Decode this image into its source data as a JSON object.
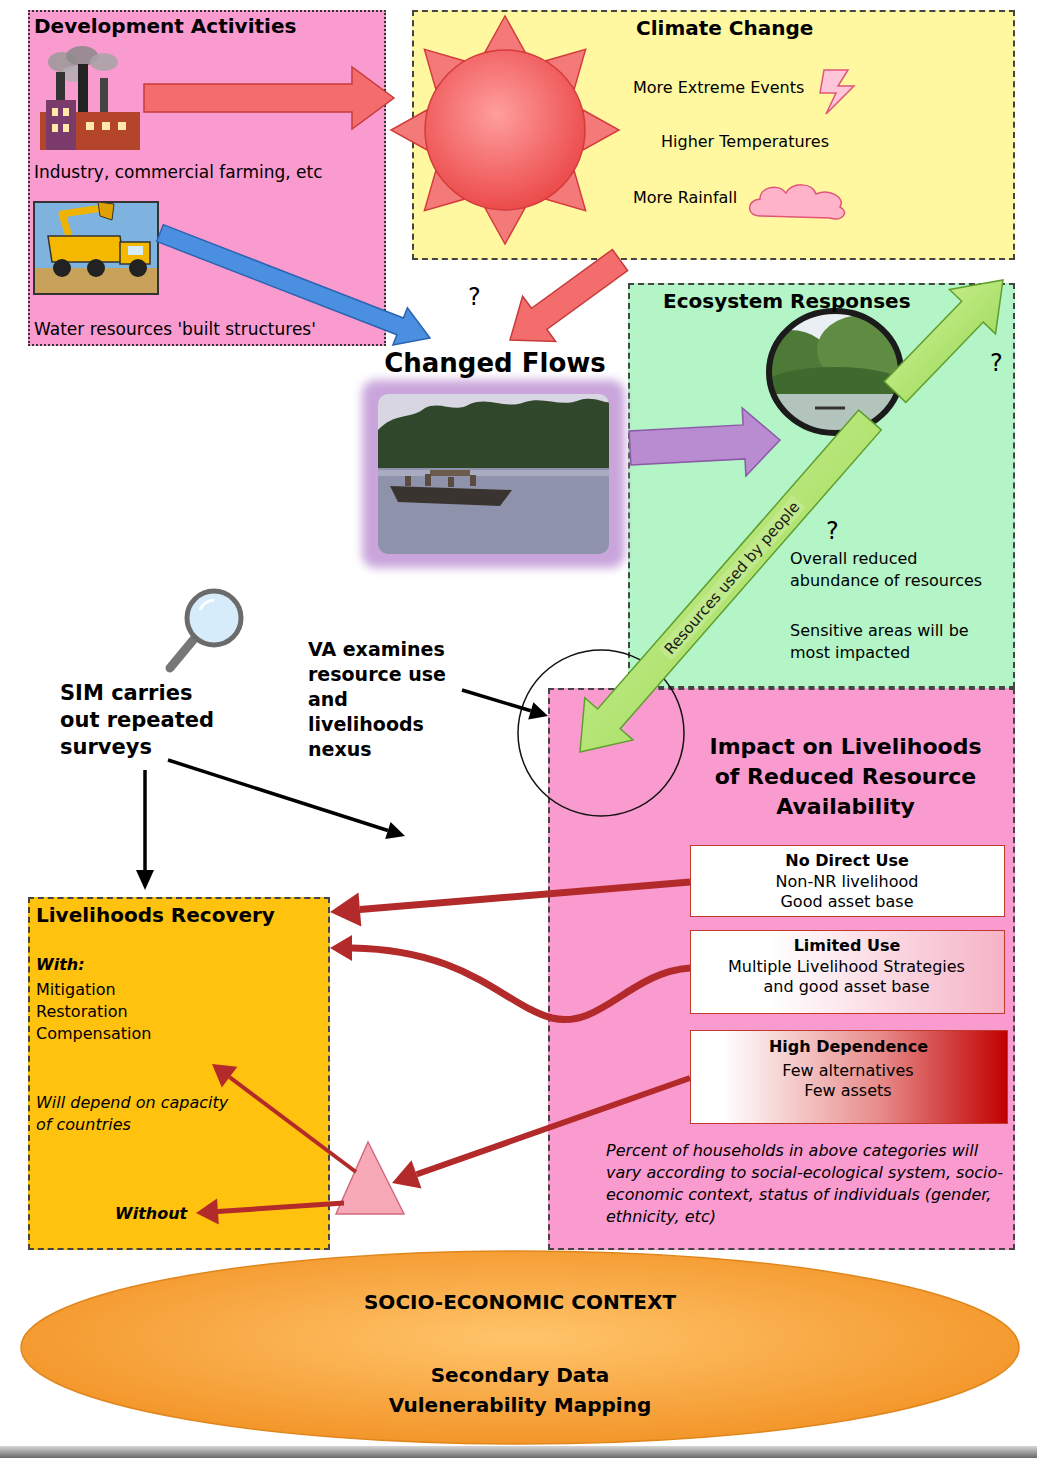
{
  "diagram": {
    "nodes": [
      {
        "text": [
          "Development Activities"
        ]
      },
      {
        "text": [
          "Industry, commercial farming, etc"
        ],
        "in": 0
      },
      {
        "text": [
          "Water resources 'built structures'"
        ],
        "in": 0
      },
      {
        "text": [
          "Climate Change",
          "More Extreme Events",
          "Higher Temperatures",
          "More Rainfall"
        ]
      },
      {
        "text": [
          "Changed Flows"
        ]
      },
      {
        "text": [
          "Ecosystem Responses",
          "Overall reduced abundance of resources",
          "Sensitive areas will be most impacted"
        ]
      },
      {
        "text": [
          "Impact on Livelihoods of Reduced Resource Availability",
          "Percent of households in above categories will vary according to social-ecological system, socio-economic context, status of individuals (gender, ethnicity, etc)"
        ]
      },
      {
        "text": [
          "No Direct Use",
          "Non-NR livelihood Good asset base"
        ],
        "in": 6
      },
      {
        "text": [
          "Limited Use",
          "Multiple Livelihood Strategies and good asset base"
        ],
        "in": 6
      },
      {
        "text": [
          "High Dependence",
          "Few alternatives Few assets"
        ],
        "in": 6
      },
      {
        "text": [
          "Livelihoods Recovery",
          "With:",
          "Mitigation Restoration Compensation",
          "Will depend on capacity of countries",
          "Without"
        ]
      },
      {
        "text": [
          "SOCIO-ECONOMIC CONTEXT",
          "Secondary Data Vulenerability Mapping"
        ]
      }
    ],
    "edges": [
      {
        "from": 1,
        "to": 3,
        "arrow": "to"
      },
      {
        "from": 2,
        "to": 4,
        "arrow": "to"
      },
      {
        "from": 3,
        "to": 4,
        "arrow": "to"
      },
      {
        "from": 4,
        "to": 5,
        "arrow": "to"
      },
      {
        "from": 5,
        "to": 6,
        "label": "Resources used by people",
        "arrow": "to"
      },
      {
        "from": 7,
        "to": 10,
        "arrow": "to"
      },
      {
        "from": 8,
        "to": 10,
        "arrow": "to"
      },
      {
        "from": 9,
        "to": 10,
        "arrow": "to"
      }
    ],
    "labels": [
      "?",
      "?",
      "?",
      "SIM carries out repeated surveys",
      "VA examines resource use and livelihoods nexus"
    ]
  }
}
